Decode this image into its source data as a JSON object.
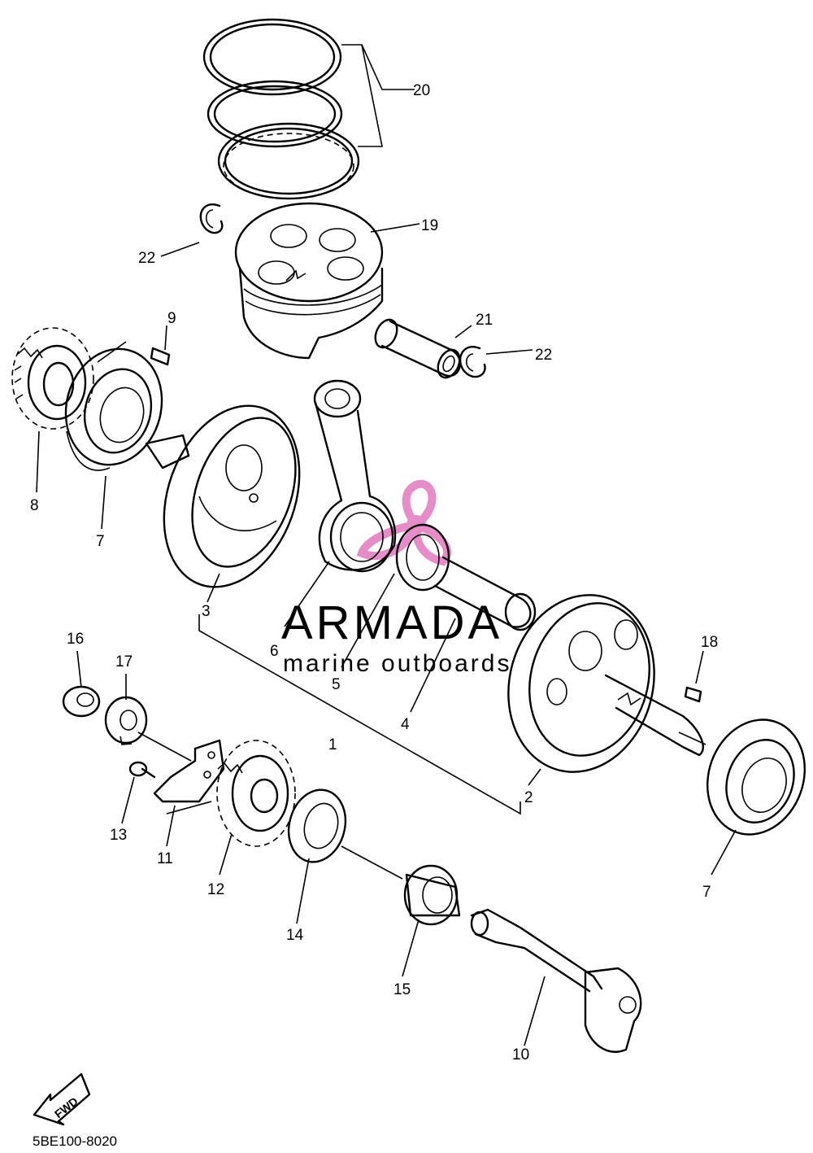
{
  "drawing_code": "5BE100-8020",
  "watermark": {
    "name": "ARMADA",
    "tagline": "marine outboards",
    "logo_color": "#e68cc8"
  },
  "fwd_label": "FWD",
  "callouts": {
    "c1": "1",
    "c2": "2",
    "c3": "3",
    "c4": "4",
    "c5": "5",
    "c6": "6",
    "c7a": "7",
    "c7b": "7",
    "c8": "8",
    "c9": "9",
    "c10": "10",
    "c11": "11",
    "c12": "12",
    "c13": "13",
    "c14": "14",
    "c15": "15",
    "c16": "16",
    "c17": "17",
    "c18": "18",
    "c19": "19",
    "c20": "20",
    "c21": "21",
    "c22a": "22",
    "c22b": "22"
  }
}
